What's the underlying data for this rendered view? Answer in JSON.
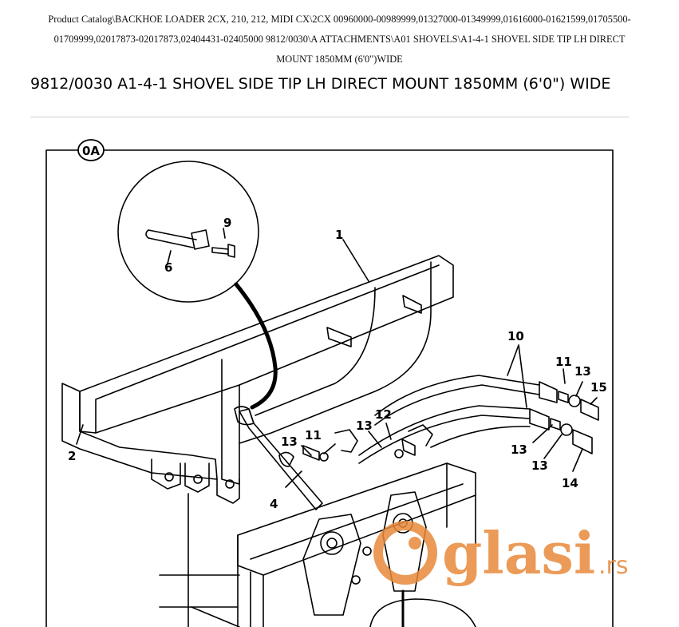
{
  "breadcrumb": {
    "line1": "Product Catalog\\BACKHOE LOADER 2CX, 210, 212, MIDI CX\\2CX 00960000-00989999,01327000-01349999,01616000-01621599,01705500-",
    "line2": "01709999,02017873-02017873,02404431-02405000 9812/0030\\A ATTACHMENTS\\A01 SHOVELS\\A1-4-1 SHOVEL SIDE TIP LH DIRECT",
    "line3": "MOUNT 1850MM (6'0\")WIDE"
  },
  "page_title": "9812/0030 A1-4-1 SHOVEL SIDE TIP LH DIRECT MOUNT 1850MM (6'0\") WIDE",
  "diagram": {
    "view_label": "0A",
    "callouts": {
      "c1": "1",
      "c2": "2",
      "c4": "4",
      "c6": "6",
      "c9": "9",
      "c10": "10",
      "c11a": "11",
      "c11b": "11",
      "c12": "12",
      "c13a": "13",
      "c13b": "13",
      "c13c": "13",
      "c13d": "13",
      "c13e": "13",
      "c14": "14",
      "c15": "15"
    }
  },
  "watermark": {
    "brand": "glasi",
    "suffix": ".rs",
    "color": "#e8893a"
  }
}
